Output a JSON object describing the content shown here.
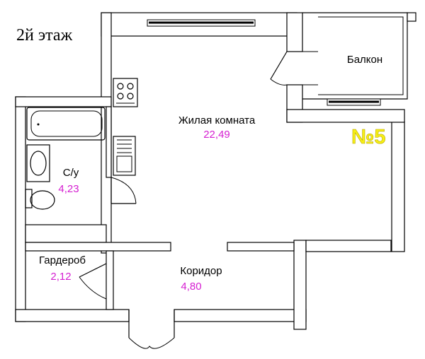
{
  "floor_label": "2й этаж",
  "unit_label": "№5",
  "colors": {
    "area": "#d51fd1",
    "unit": "#f7ef16",
    "wall": "#000000"
  },
  "rooms": {
    "living": {
      "name": "Жилая комната",
      "area": "22,49"
    },
    "bathroom": {
      "name": "С/у",
      "area": "4,23"
    },
    "wardrobe": {
      "name": "Гардероб",
      "area": "2,12"
    },
    "corridor": {
      "name": "Коридор",
      "area": "4,80"
    },
    "balcony": {
      "name": "Балкон"
    }
  }
}
